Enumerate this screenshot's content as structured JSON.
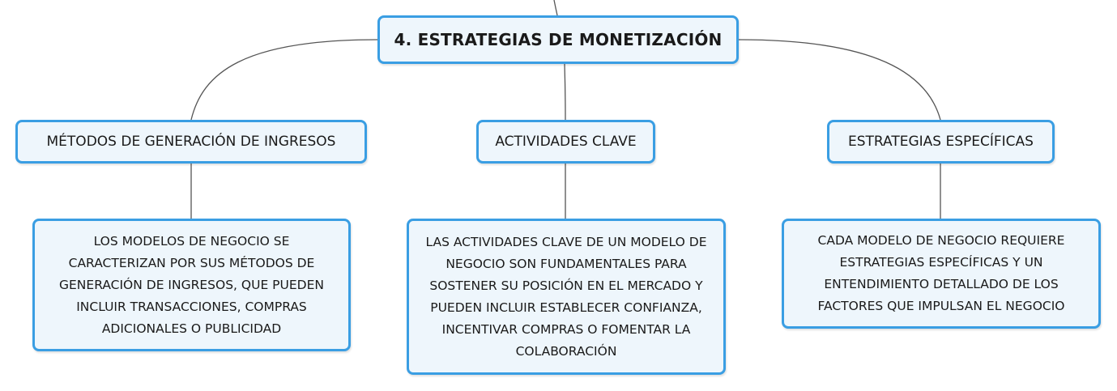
{
  "root": {
    "title": "4. ESTRATEGIAS DE MONETIZACIÓN"
  },
  "branches": [
    {
      "label": "MÉTODOS DE GENERACIÓN DE INGRESOS",
      "detail": "LOS MODELOS DE NEGOCIO SE CARACTERIZAN POR SUS MÉTODOS DE GENERACIÓN DE INGRESOS, QUE PUEDEN INCLUIR TRANSACCIONES, COMPRAS ADICIONALES O PUBLICIDAD"
    },
    {
      "label": "ACTIVIDADES CLAVE",
      "detail": "LAS ACTIVIDADES CLAVE DE UN MODELO DE NEGOCIO SON FUNDAMENTALES PARA SOSTENER SU POSICIÓN EN EL MERCADO Y PUEDEN INCLUIR ESTABLECER CONFIANZA, INCENTIVAR COMPRAS O FOMENTAR LA COLABORACIÓN"
    },
    {
      "label": "ESTRATEGIAS ESPECÍFICAS",
      "detail": "CADA MODELO DE NEGOCIO REQUIERE ESTRATEGIAS ESPECÍFICAS Y UN ENTENDIMIENTO DETALLADO DE LOS FACTORES QUE IMPULSAN EL NEGOCIO"
    }
  ],
  "colors": {
    "node_border": "#3a9ee3",
    "node_fill": "#eef6fc",
    "connector": "#555555"
  }
}
